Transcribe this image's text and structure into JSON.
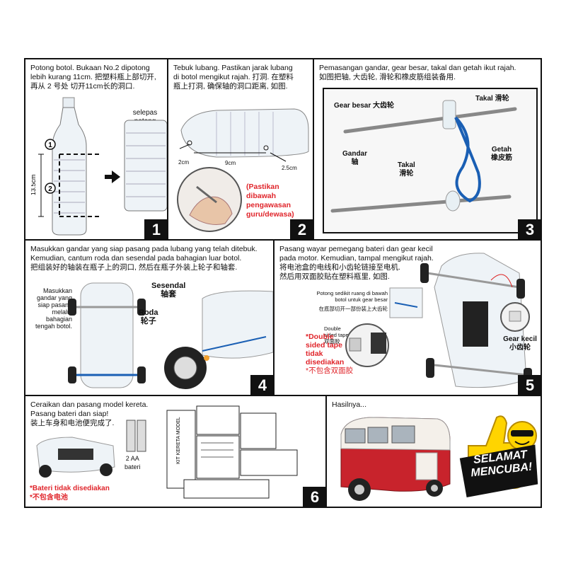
{
  "panel1": {
    "number": "1",
    "text_line1": "Potong botol. Bukaan No.2 dipotong",
    "text_line2": "lebih kurang 11cm. 把塑料瓶上部切开,",
    "text_line3": "再从 2 号处 切开11cm长的洞口.",
    "after_cut_label": "selepas potong",
    "marker1": "1",
    "marker2": "2",
    "dimension": "13.5cm"
  },
  "panel2": {
    "number": "2",
    "text_line1": "Tebuk lubang. Pastikan jarak lubang",
    "text_line2": "di botol mengikut rajah. 打洞. 在塑料",
    "text_line3": "瓶上打洞, 确保轴的洞口距离, 如图.",
    "dim_2cm": "2cm",
    "dim_9cm": "9cm",
    "dim_25cm": "2.5cm",
    "warning_line1": "(Pastikan",
    "warning_line2": "dibawah",
    "warning_line3": "pengawasan",
    "warning_line4": "guru/dewasa)"
  },
  "panel3": {
    "number": "3",
    "text_line1": "Pemasangan gandar, gear besar, takal dan getah ikut rajah.",
    "text_line2": "如图把轴, 大齿轮, 滑轮和橡皮筋组装备用.",
    "gear_besar": "Gear besar 大齿轮",
    "takal_top": "Takal 滑轮",
    "gandar": "Gandar",
    "gandar_cn": "轴",
    "takal_mid": "Takal",
    "takal_mid_cn": "滑轮",
    "getah": "Getah",
    "getah_cn": "橡皮筋"
  },
  "panel4": {
    "number": "4",
    "text_line1": "Masukkan gandar yang siap pasang pada lubang yang telah ditebuk.",
    "text_line2": "Kemudian, cantum roda dan sesendal pada bahagian luar botol.",
    "text_line3": "把组装好的轴装在瓶子上的洞口, 然后在瓶子外装上轮子和轴套.",
    "callout_line1": "Masukkan",
    "callout_line2": "gandar yang",
    "callout_line3": "siap pasang",
    "callout_line4": "melalui",
    "callout_line5": "bahagian",
    "callout_line6": "tengah botol.",
    "sesendal": "Sesendal",
    "sesendal_cn": "轴套",
    "roda": "Roda",
    "roda_cn": "轮子"
  },
  "panel5": {
    "number": "5",
    "text_line1": "Pasang wayar pemegang bateri dan gear kecil",
    "text_line2": "pada motor. Kemudian, tampal mengikut rajah.",
    "text_line3": "将电池盒的电线和小齿轮链接至电机.",
    "text_line4": "然后用双面胶贴在塑料瓶里, 如图.",
    "cut_note_line1": "Potong sedikit ruang di bawah",
    "cut_note_line2": "botol untuk gear besar",
    "cut_note_cn": "在底部切开一部份装上大齿轮",
    "tape_line1": "Double",
    "tape_line2": "sided tape",
    "tape_cn": "双面胶",
    "not_provided_line1": "*Double",
    "not_provided_line2": "sided tape",
    "not_provided_line3": "tidak",
    "not_provided_line4": "disediakan",
    "not_provided_cn": "*不包含双面胶",
    "gear_kecil": "Gear kecil",
    "gear_kecil_cn": "小齿轮"
  },
  "panel6": {
    "number": "6",
    "text_line1": "Ceraikan dan pasang model kereta.",
    "text_line2": "Pasang bateri dan siap!",
    "text_line3": "装上车身和电池便完成了.",
    "battery_label_line1": "2 AA",
    "battery_label_line2": "bateri",
    "battery_note": "*Bateri tidak disediakan",
    "battery_note_cn": "*不包含电池",
    "kit_text": "KIT KERETA MODEL"
  },
  "panel7": {
    "title": "Hasilnya...",
    "badge_line1": "SELAMAT",
    "badge_line2": "MENCUBA!"
  },
  "colors": {
    "accent_red": "#e0252b",
    "axle_blue": "#1a5fb4",
    "badge_yellow": "#ffd400",
    "bus_red": "#c8232c"
  }
}
